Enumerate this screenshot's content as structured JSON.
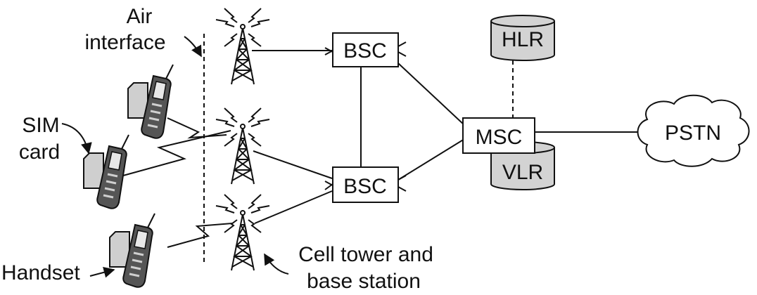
{
  "labels": {
    "air_interface_line1": "Air",
    "air_interface_line2": "interface",
    "sim_card_line1": "SIM",
    "sim_card_line2": "card",
    "handset": "Handset",
    "cell_tower_line1": "Cell tower and",
    "cell_tower_line2": "base station"
  },
  "nodes": {
    "bsc_top": "BSC",
    "bsc_bottom": "BSC",
    "msc": "MSC",
    "hlr": "HLR",
    "vlr": "VLR",
    "pstn": "PSTN"
  }
}
